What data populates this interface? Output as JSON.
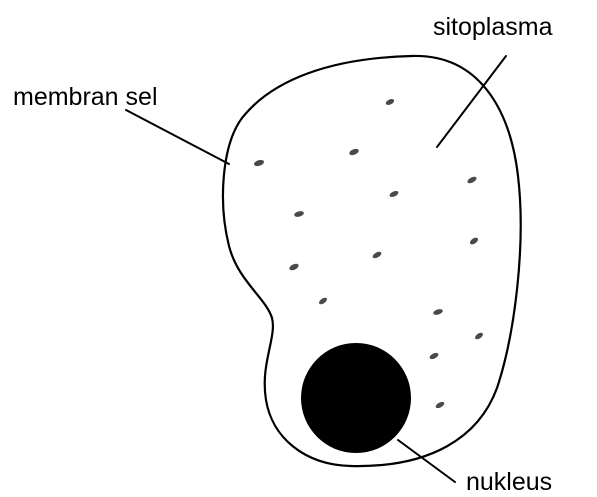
{
  "labels": {
    "cytoplasm": "sitoplasma",
    "membrane": "membran sel",
    "nucleus": "nukleus"
  },
  "colors": {
    "background": "#ffffff",
    "line": "#000000",
    "nucleus_fill": "#000000",
    "granule_fill": "#4a4a4a"
  }
}
